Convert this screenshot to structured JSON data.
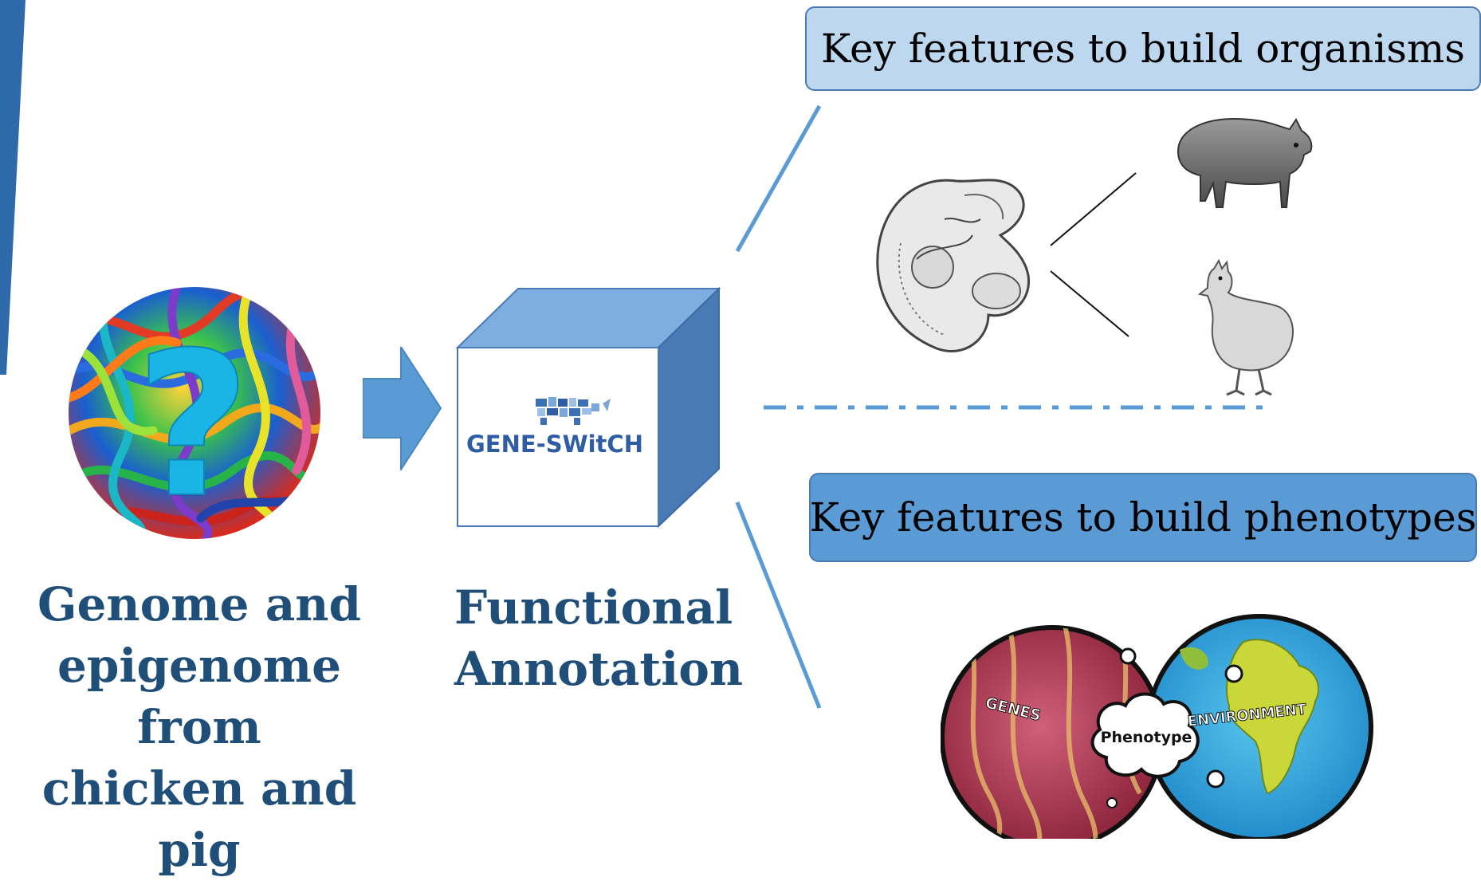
{
  "captions": {
    "genome": [
      "Genome and",
      "epigenome from",
      "chicken and pig"
    ],
    "functional": [
      "Functional",
      "Annotation"
    ]
  },
  "logo": {
    "text": "GENE-SWitCH"
  },
  "boxes": {
    "organisms": "Key features to build organisms",
    "phenotypes": "Key features to build phenotypes"
  },
  "phenotype_graphic": {
    "genes": "GENES",
    "phenotype": "Phenotype",
    "environment": "ENVIRONMENT"
  },
  "colors": {
    "caption": "#1f4e79",
    "box_light": "#bdd7ee",
    "box_dark": "#5b9bd5",
    "arrow": "#5b9bd5",
    "question_mark": "#19b5e6"
  }
}
